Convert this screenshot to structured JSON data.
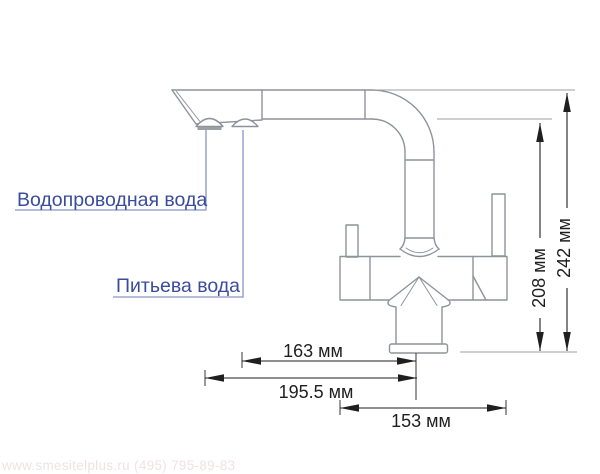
{
  "colors": {
    "background": "#ffffff",
    "drawing_line": "#8e939a",
    "dimension_line": "#1f1f1f",
    "leader_line": "#8a93c7",
    "water_label_text": "#3a4c9c",
    "watermark_text": "#f0e2e4"
  },
  "labels": {
    "tap_water": "Водопроводная вода",
    "drinking_water": "Питьева вода"
  },
  "dimensions": {
    "reach_drinking": "163 мм",
    "reach_tap": "195.5 мм",
    "body_span": "153 мм",
    "height_underside": "208 мм",
    "height_top": "242 мм"
  },
  "watermark": "www.smesitelplus.ru (495) 795-89-83"
}
